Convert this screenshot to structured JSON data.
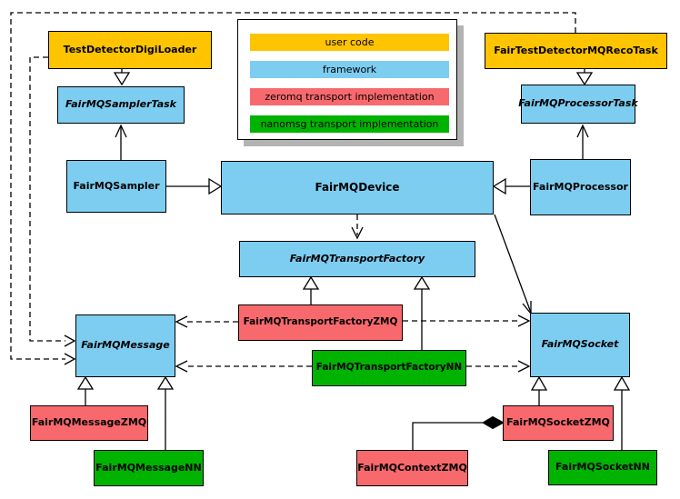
{
  "colors": {
    "user_code": "#FFC400",
    "framework": "#7DCDF1",
    "zeromq": "#F8696E",
    "nanomsg": "#00B300",
    "line": "#000000",
    "legend_shadow": "#b3b3b3",
    "background": "#ffffff"
  },
  "legend": {
    "items": [
      {
        "label": "user code",
        "color": "#FFC400"
      },
      {
        "label": "framework",
        "color": "#7DCDF1"
      },
      {
        "label": "zeromq transport implementation",
        "color": "#F8696E"
      },
      {
        "label": "nanomsg transport implementation",
        "color": "#00B300"
      }
    ]
  },
  "nodes": {
    "test_detector_digi_loader": {
      "label": "TestDetectorDigiLoader",
      "category": "user code",
      "abstract": false
    },
    "fair_test_detector_mq_reco_task": {
      "label": "FairTestDetectorMQRecoTask",
      "category": "user code",
      "abstract": false
    },
    "fair_mq_sampler_task": {
      "label": "FairMQSamplerTask",
      "category": "framework",
      "abstract": true
    },
    "fair_mq_processor_task": {
      "label": "FairMQProcessorTask",
      "category": "framework",
      "abstract": true
    },
    "fair_mq_sampler": {
      "label": "FairMQSampler",
      "category": "framework",
      "abstract": false
    },
    "fair_mq_device": {
      "label": "FairMQDevice",
      "category": "framework",
      "abstract": false
    },
    "fair_mq_processor": {
      "label": "FairMQProcessor",
      "category": "framework",
      "abstract": false
    },
    "fair_mq_transport_factory": {
      "label": "FairMQTransportFactory",
      "category": "framework",
      "abstract": true
    },
    "fair_mq_message": {
      "label": "FairMQMessage",
      "category": "framework",
      "abstract": true
    },
    "fair_mq_socket": {
      "label": "FairMQSocket",
      "category": "framework",
      "abstract": true
    },
    "fair_mq_transport_factory_zmq": {
      "label": "FairMQTransportFactoryZMQ",
      "category": "zeromq transport implementation",
      "abstract": false
    },
    "fair_mq_transport_factory_nn": {
      "label": "FairMQTransportFactoryNN",
      "category": "nanomsg transport implementation",
      "abstract": false
    },
    "fair_mq_message_zmq": {
      "label": "FairMQMessageZMQ",
      "category": "zeromq transport implementation",
      "abstract": false
    },
    "fair_mq_message_nn": {
      "label": "FairMQMessageNN",
      "category": "nanomsg transport implementation",
      "abstract": false
    },
    "fair_mq_socket_zmq": {
      "label": "FairMQSocketZMQ",
      "category": "zeromq transport implementation",
      "abstract": false
    },
    "fair_mq_socket_nn": {
      "label": "FairMQSocketNN",
      "category": "nanomsg transport implementation",
      "abstract": false
    },
    "fair_mq_context_zmq": {
      "label": "FairMQContextZMQ",
      "category": "zeromq transport implementation",
      "abstract": false
    }
  },
  "edges": [
    {
      "from": "TestDetectorDigiLoader",
      "to": "FairMQSamplerTask",
      "type": "inheritance-hollow-triangle",
      "style": "solid"
    },
    {
      "from": "FairTestDetectorMQRecoTask",
      "to": "FairMQProcessorTask",
      "type": "inheritance-hollow-triangle",
      "style": "solid"
    },
    {
      "from": "FairMQSampler",
      "to": "FairMQDevice",
      "type": "inheritance-hollow-triangle",
      "style": "solid"
    },
    {
      "from": "FairMQProcessor",
      "to": "FairMQDevice",
      "type": "inheritance-hollow-triangle",
      "style": "solid"
    },
    {
      "from": "FairMQSampler",
      "to": "FairMQSamplerTask",
      "type": "open-arrow",
      "style": "solid"
    },
    {
      "from": "FairMQProcessor",
      "to": "FairMQProcessorTask",
      "type": "open-arrow",
      "style": "solid"
    },
    {
      "from": "FairMQDevice",
      "to": "FairMQSocket",
      "type": "open-arrow",
      "style": "solid"
    },
    {
      "from": "FairMQDevice",
      "to": "FairMQTransportFactory",
      "type": "open-arrow",
      "style": "dashed"
    },
    {
      "from": "FairMQTransportFactoryZMQ",
      "to": "FairMQTransportFactory",
      "type": "inheritance-hollow-triangle",
      "style": "solid"
    },
    {
      "from": "FairMQTransportFactoryNN",
      "to": "FairMQTransportFactory",
      "type": "inheritance-hollow-triangle",
      "style": "solid"
    },
    {
      "from": "FairMQTransportFactoryZMQ",
      "to": "FairMQMessage",
      "type": "open-arrow",
      "style": "dashed"
    },
    {
      "from": "FairMQTransportFactoryZMQ",
      "to": "FairMQSocket",
      "type": "open-arrow",
      "style": "dashed"
    },
    {
      "from": "FairMQTransportFactoryNN",
      "to": "FairMQMessage",
      "type": "open-arrow",
      "style": "dashed"
    },
    {
      "from": "FairMQTransportFactoryNN",
      "to": "FairMQSocket",
      "type": "open-arrow",
      "style": "dashed"
    },
    {
      "from": "TestDetectorDigiLoader",
      "to": "FairMQMessage",
      "type": "open-arrow",
      "style": "dashed"
    },
    {
      "from": "FairTestDetectorMQRecoTask",
      "to": "FairMQMessage",
      "type": "open-arrow",
      "style": "dashed"
    },
    {
      "from": "FairMQMessageZMQ",
      "to": "FairMQMessage",
      "type": "inheritance-hollow-triangle",
      "style": "solid"
    },
    {
      "from": "FairMQMessageNN",
      "to": "FairMQMessage",
      "type": "inheritance-hollow-triangle",
      "style": "solid"
    },
    {
      "from": "FairMQSocketZMQ",
      "to": "FairMQSocket",
      "type": "inheritance-hollow-triangle",
      "style": "solid"
    },
    {
      "from": "FairMQSocketNN",
      "to": "FairMQSocket",
      "type": "inheritance-hollow-triangle",
      "style": "solid"
    },
    {
      "from": "FairMQContextZMQ",
      "to": "FairMQSocketZMQ",
      "type": "composition-filled-diamond",
      "style": "solid"
    }
  ]
}
